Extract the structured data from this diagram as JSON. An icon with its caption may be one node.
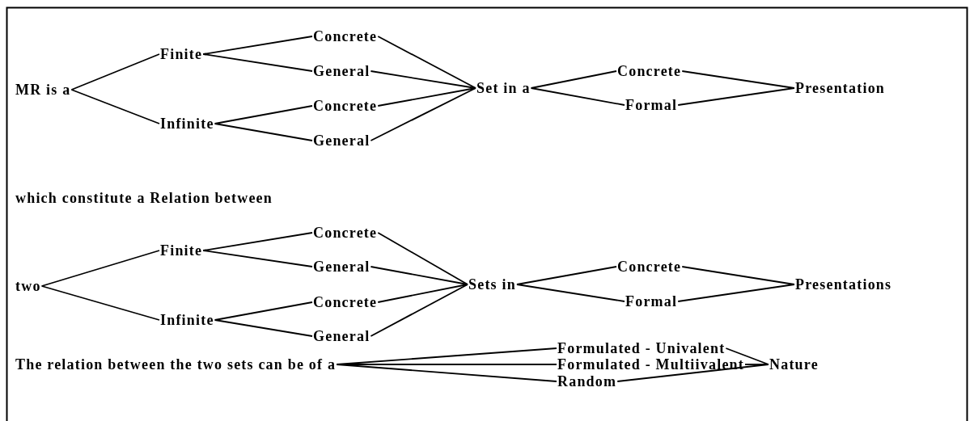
{
  "diagram": {
    "nodes": [
      {
        "text": [
          "MR is a"
        ]
      },
      {
        "text": [
          "Finite"
        ]
      },
      {
        "text": [
          "Infinite"
        ]
      },
      {
        "text": [
          "Concrete"
        ]
      },
      {
        "text": [
          "General"
        ]
      },
      {
        "text": [
          "Concrete"
        ]
      },
      {
        "text": [
          "General"
        ]
      },
      {
        "text": [
          "Set in a"
        ]
      },
      {
        "text": [
          "Concrete"
        ]
      },
      {
        "text": [
          "Formal"
        ]
      },
      {
        "text": [
          "Presentation"
        ]
      },
      {
        "text": [
          "two"
        ]
      },
      {
        "text": [
          "Finite"
        ]
      },
      {
        "text": [
          "Infinite"
        ]
      },
      {
        "text": [
          "Concrete"
        ]
      },
      {
        "text": [
          "General"
        ]
      },
      {
        "text": [
          "Concrete"
        ]
      },
      {
        "text": [
          "General"
        ]
      },
      {
        "text": [
          "Sets in"
        ]
      },
      {
        "text": [
          "Concrete"
        ]
      },
      {
        "text": [
          "Formal"
        ]
      },
      {
        "text": [
          "Presentations"
        ]
      },
      {
        "text": [
          "The relation between the two sets can be of a"
        ]
      },
      {
        "text": [
          "Formulated - Univalent"
        ]
      },
      {
        "text": [
          "Formulated - Multiivalent"
        ]
      },
      {
        "text": [
          "Random"
        ]
      },
      {
        "text": [
          "Nature"
        ]
      }
    ],
    "edges": [
      {
        "from": 0,
        "to": 1,
        "arrow": "none"
      },
      {
        "from": 0,
        "to": 2,
        "arrow": "none"
      },
      {
        "from": 1,
        "to": 3,
        "arrow": "none"
      },
      {
        "from": 1,
        "to": 4,
        "arrow": "none"
      },
      {
        "from": 2,
        "to": 5,
        "arrow": "none"
      },
      {
        "from": 2,
        "to": 6,
        "arrow": "none"
      },
      {
        "from": 3,
        "to": 7,
        "arrow": "none"
      },
      {
        "from": 4,
        "to": 7,
        "arrow": "none"
      },
      {
        "from": 5,
        "to": 7,
        "arrow": "none"
      },
      {
        "from": 6,
        "to": 7,
        "arrow": "none"
      },
      {
        "from": 7,
        "to": 8,
        "arrow": "none"
      },
      {
        "from": 7,
        "to": 9,
        "arrow": "none"
      },
      {
        "from": 8,
        "to": 10,
        "arrow": "none"
      },
      {
        "from": 9,
        "to": 10,
        "arrow": "none"
      },
      {
        "from": 11,
        "to": 12,
        "arrow": "none"
      },
      {
        "from": 11,
        "to": 13,
        "arrow": "none"
      },
      {
        "from": 12,
        "to": 14,
        "arrow": "none"
      },
      {
        "from": 12,
        "to": 15,
        "arrow": "none"
      },
      {
        "from": 13,
        "to": 16,
        "arrow": "none"
      },
      {
        "from": 13,
        "to": 17,
        "arrow": "none"
      },
      {
        "from": 14,
        "to": 18,
        "arrow": "none"
      },
      {
        "from": 15,
        "to": 18,
        "arrow": "none"
      },
      {
        "from": 16,
        "to": 18,
        "arrow": "none"
      },
      {
        "from": 17,
        "to": 18,
        "arrow": "none"
      },
      {
        "from": 18,
        "to": 19,
        "arrow": "none"
      },
      {
        "from": 18,
        "to": 20,
        "arrow": "none"
      },
      {
        "from": 19,
        "to": 21,
        "arrow": "none"
      },
      {
        "from": 20,
        "to": 21,
        "arrow": "none"
      },
      {
        "from": 22,
        "to": 23,
        "arrow": "none"
      },
      {
        "from": 22,
        "to": 24,
        "arrow": "none"
      },
      {
        "from": 22,
        "to": 25,
        "arrow": "none"
      },
      {
        "from": 23,
        "to": 26,
        "arrow": "none"
      },
      {
        "from": 24,
        "to": 26,
        "arrow": "none"
      },
      {
        "from": 25,
        "to": 26,
        "arrow": "none"
      }
    ],
    "labels": [
      "which constitute a Relation between"
    ]
  }
}
